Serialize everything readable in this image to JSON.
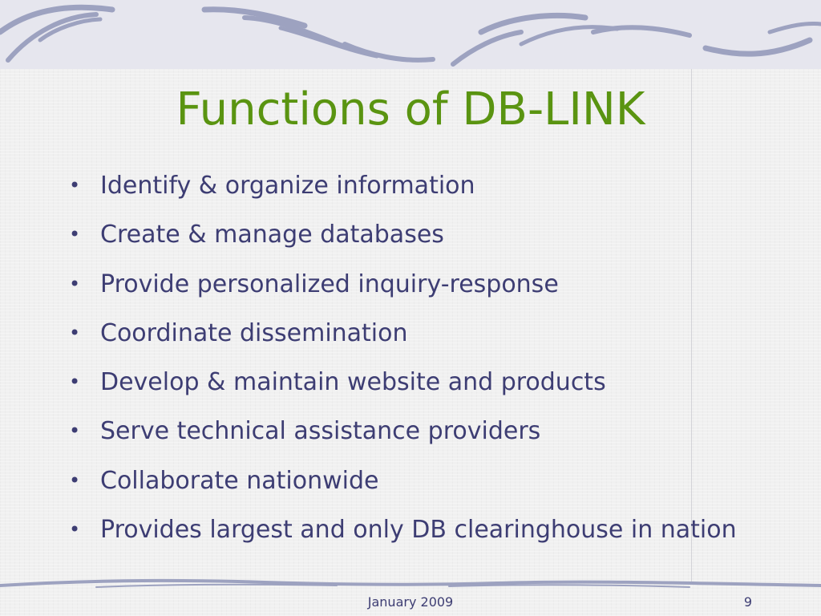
{
  "slide": {
    "title": "Functions of DB-LINK",
    "bullets": [
      "Identify & organize information",
      "Create & manage databases",
      "Provide personalized inquiry-response",
      "Coordinate dissemination",
      "Develop & maintain website and products",
      "Serve technical assistance providers",
      "Collaborate nationwide",
      "Provides largest and only DB clearinghouse in nation"
    ],
    "bullet_glyph": "•",
    "footer_date": "January 2009",
    "page_number": "9"
  },
  "colors": {
    "title": "#5a9411",
    "body_text": "#3d3d73",
    "decoration_stroke": "#8a8fb0",
    "decoration_fill": "#e6e6ee"
  }
}
